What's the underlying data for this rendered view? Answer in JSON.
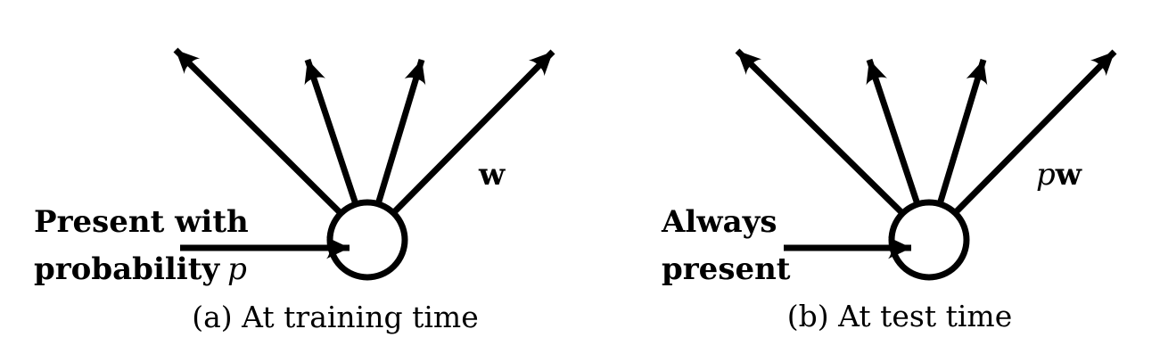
{
  "colors": {
    "ink": "#000000",
    "background": "#ffffff"
  },
  "panel_a": {
    "annotation_line1": "Present with",
    "annotation_line2": "probability",
    "annotation_line2_math": "p",
    "weight_label_bold": "w",
    "caption": "(a) At training time"
  },
  "panel_b": {
    "annotation_line1": "Always",
    "annotation_line2": "present",
    "weight_label_math": "p",
    "weight_label_bold": "w",
    "caption": "(b) At test time"
  }
}
